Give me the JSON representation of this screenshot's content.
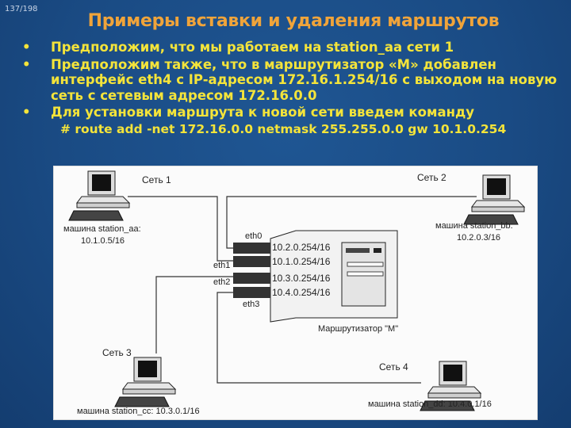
{
  "page_number": "137/198",
  "title": "Примеры вставки и удаления маршрутов",
  "bullets": [
    "Предположим, что мы работаем на station_aa сети 1",
    "Предположим также, что в маршрутизатор «М» добавлен интерфейс eth4 с IP-адресом 172.16.1.254/16 с выходом на новую сеть с сетевым адресом 172.16.0.0",
    "Для установки маршрута к новой сети введем команду"
  ],
  "command": "# route add -net 172.16.0.0 netmask 255.255.0.0 gw 10.1.0.254",
  "colors": {
    "background": "#1a4b84",
    "title": "#f0a43a",
    "text": "#f4e43a"
  },
  "diagram": {
    "net1": {
      "label": "Сеть 1",
      "machine": "машина station_aa:",
      "ip": "10.1.0.5/16"
    },
    "net2": {
      "label": "Сеть 2",
      "machine": "машина station_bb:",
      "ip": "10.2.0.3/16"
    },
    "net3": {
      "label": "Сеть 3",
      "machine": "машина station_cc: 10.3.0.1/16"
    },
    "net4": {
      "label": "Сеть 4",
      "machine": "машина station_dd: 10.4.0.1/16"
    },
    "router": {
      "label": "Маршрутизатор \"М\"",
      "interfaces": [
        {
          "name": "eth0",
          "ip": "10.2.0.254/16"
        },
        {
          "name": "eth1",
          "ip": "10.1.0.254/16"
        },
        {
          "name": "eth2",
          "ip": "10.3.0.254/16"
        },
        {
          "name": "eth3",
          "ip": "10.4.0.254/16"
        }
      ]
    }
  }
}
